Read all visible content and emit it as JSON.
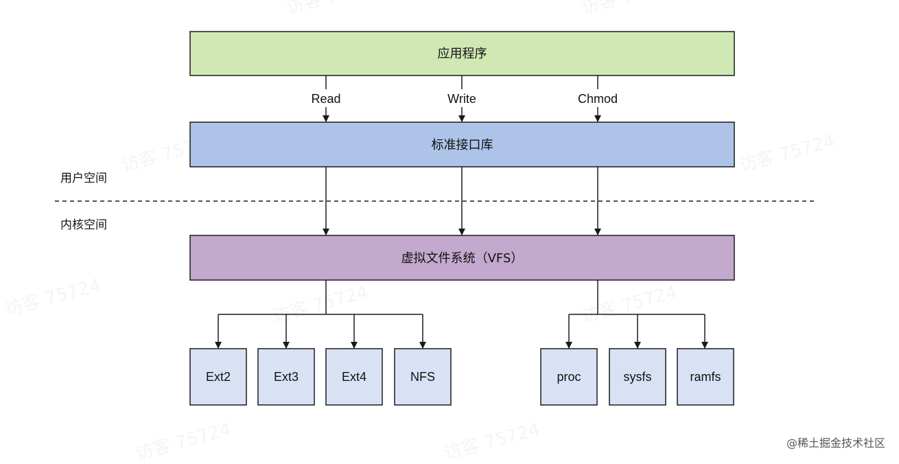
{
  "boxes": {
    "app": "应用程序",
    "stdlib": "标准接口库",
    "vfs": "虚拟文件系统（VFS）",
    "ext2": "Ext2",
    "ext3": "Ext3",
    "ext4": "Ext4",
    "nfs": "NFS",
    "proc": "proc",
    "sysfs": "sysfs",
    "ramfs": "ramfs"
  },
  "edges": {
    "read": "Read",
    "write": "Write",
    "chmod": "Chmod"
  },
  "spaces": {
    "user": "用户空间",
    "kernel": "内核空间"
  },
  "watermark": "访客 75724",
  "footer": "@稀土掘金技术社区",
  "colors": {
    "app_fill": "#cfe8b4",
    "stdlib_fill": "#adc4e8",
    "vfs_fill": "#c3a9cd",
    "fs_fill": "#d9e2f5",
    "stroke": "#1a1a1a"
  }
}
